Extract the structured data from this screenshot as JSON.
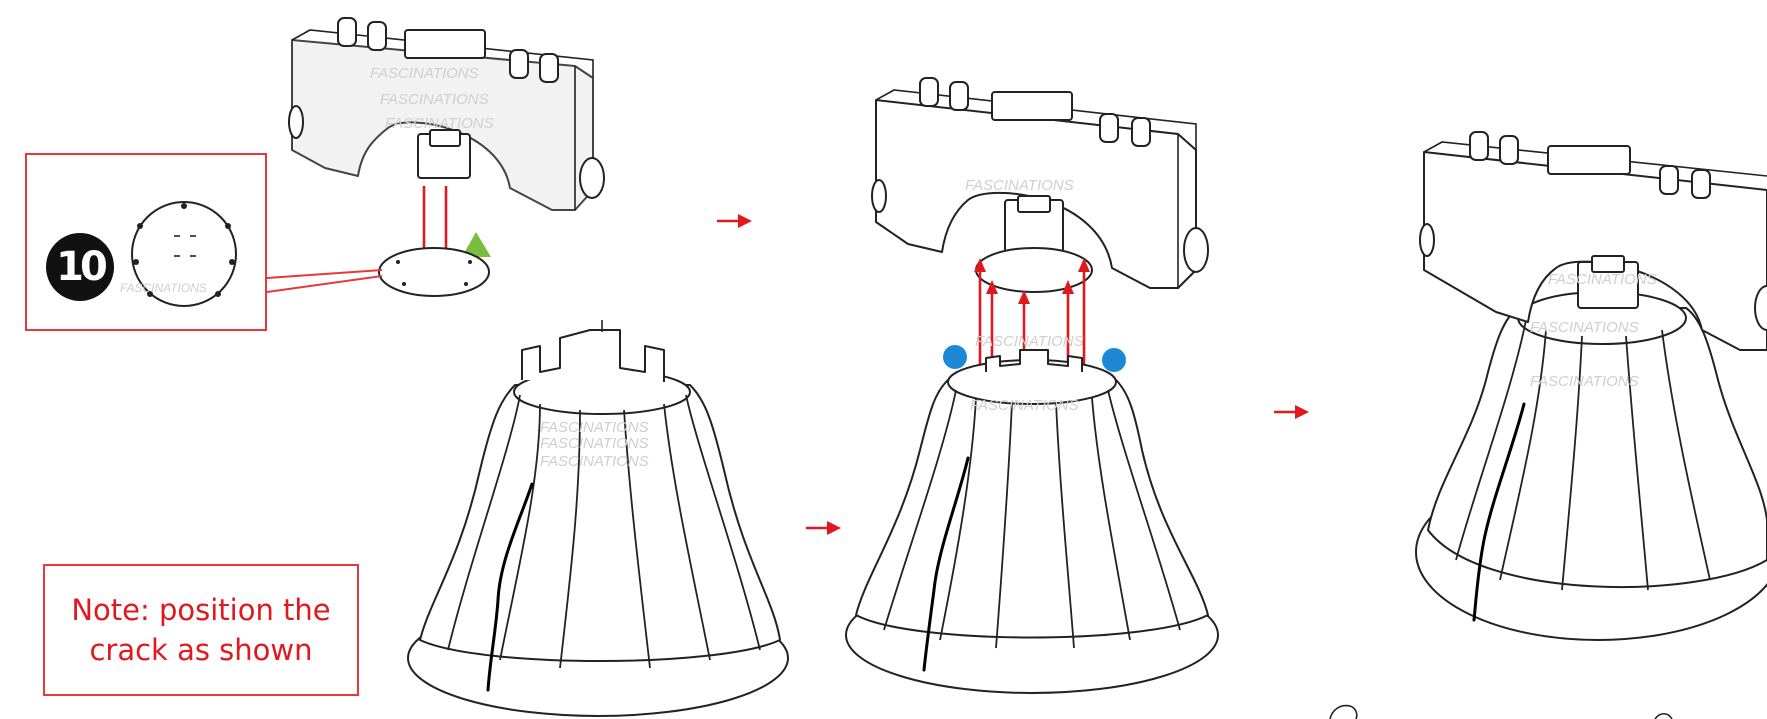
{
  "watermark": "FASCINATIONS",
  "step": {
    "number": "10"
  },
  "note": {
    "text": "Note: position the\ncrack as shown"
  },
  "colors": {
    "arrow": "#e0191e",
    "note_border": "#e63a3a",
    "triangle": "#7cbd3f",
    "dot": "#1e88d6"
  }
}
